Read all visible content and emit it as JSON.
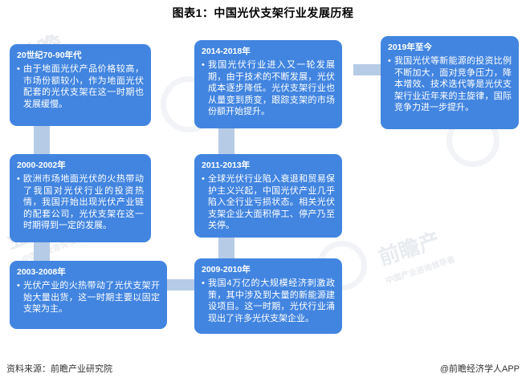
{
  "title": "图表1：中国光伏支架行业发展历程",
  "footer": {
    "source": "资料来源：前瞻产业研究院",
    "brand": "@前瞻经济学人APP"
  },
  "colors": {
    "box_fill": "#4285e0",
    "connector": "#b6cbe6",
    "box_text": "#ffffff",
    "title_text": "#000000"
  },
  "timeline": {
    "type": "process-flow",
    "stages": [
      {
        "id": "stage-1",
        "year": "20世纪70-90年代",
        "text": "由于地面光伏产品价格较高，市场份额较小，作为地面光伏配套的光伏支架在这一时期也发展缓慢。"
      },
      {
        "id": "stage-2",
        "year": "2000-2002年",
        "text": "欧洲市场地面光伏的火热带动了我国对光伏行业的投资热情，我国开始出现光伏产业链的配套公司，光伏支架在这一时期得到一定的发展。"
      },
      {
        "id": "stage-3",
        "year": "2003-2008年",
        "text": "光伏产业的火热带动了光伏支架开始大量出货，这一时期主要以固定支架为主。"
      },
      {
        "id": "stage-4",
        "year": "2009-2010年",
        "text": "我国4万亿的大规模经济刺激政策，其中涉及到大量的新能源建设项目。这一时期，光伏行业涌现出了许多光伏支架企业。"
      },
      {
        "id": "stage-5",
        "year": "2011-2013年",
        "text": "全球光伏行业陷入衰退和贸易保护主义兴起，中国光伏产业几乎陷入全行业亏损状态。相关光伏支架企业大面积停工、停产乃至关停。"
      },
      {
        "id": "stage-6",
        "year": "2014-2018年",
        "text": "我国光伏行业进入又一轮发展期，由于技术的不断发展，光伏成本逐步降低。光伏支架行业也从量变到质变，跟踪支架的市场份额开始提升。"
      },
      {
        "id": "stage-7",
        "year": "2019年至今",
        "text": "我国光伏等新能源的投资比例不断加大，面对竞争压力，降本增效、技术迭代等是光伏支架行业近年来的主旋律，国际竞争力进一步提升。"
      }
    ]
  },
  "watermarks": [
    "前瞻",
    "中国产业咨询领导者",
    "前瞻产业研究院"
  ]
}
